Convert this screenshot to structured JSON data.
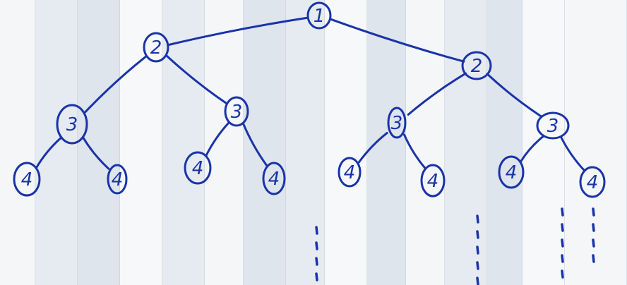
{
  "ink_color": "#1a33a8",
  "paper_colors": [
    "#f4f6f8",
    "#e6ebf1",
    "#dfe5ec",
    "#f7f8fa"
  ],
  "tree": {
    "nodes": [
      {
        "id": "n1",
        "label": "1"
      },
      {
        "id": "n2a",
        "label": "2"
      },
      {
        "id": "n2b",
        "label": "2"
      },
      {
        "id": "n3a",
        "label": "3"
      },
      {
        "id": "n3b",
        "label": "3"
      },
      {
        "id": "n3c",
        "label": "3"
      },
      {
        "id": "n3d",
        "label": "3"
      },
      {
        "id": "n4a",
        "label": "4"
      },
      {
        "id": "n4b",
        "label": "4"
      },
      {
        "id": "n4c",
        "label": "4"
      },
      {
        "id": "n4d",
        "label": "4"
      },
      {
        "id": "n4e",
        "label": "4"
      },
      {
        "id": "n4f",
        "label": "4"
      },
      {
        "id": "n4g",
        "label": "4"
      },
      {
        "id": "n4h",
        "label": "4"
      }
    ],
    "edges": [
      [
        "n1",
        "n2a"
      ],
      [
        "n1",
        "n2b"
      ],
      [
        "n2a",
        "n3a"
      ],
      [
        "n2a",
        "n3b"
      ],
      [
        "n2b",
        "n3c"
      ],
      [
        "n2b",
        "n3d"
      ],
      [
        "n3a",
        "n4a"
      ],
      [
        "n3a",
        "n4b"
      ],
      [
        "n3b",
        "n4c"
      ],
      [
        "n3b",
        "n4d"
      ],
      [
        "n3c",
        "n4e"
      ],
      [
        "n3c",
        "n4f"
      ],
      [
        "n3d",
        "n4g"
      ],
      [
        "n3d",
        "n4h"
      ]
    ],
    "continuation_marks": [
      "dotted-line",
      "dotted-line",
      "dotted-line",
      "dotted-line"
    ]
  }
}
